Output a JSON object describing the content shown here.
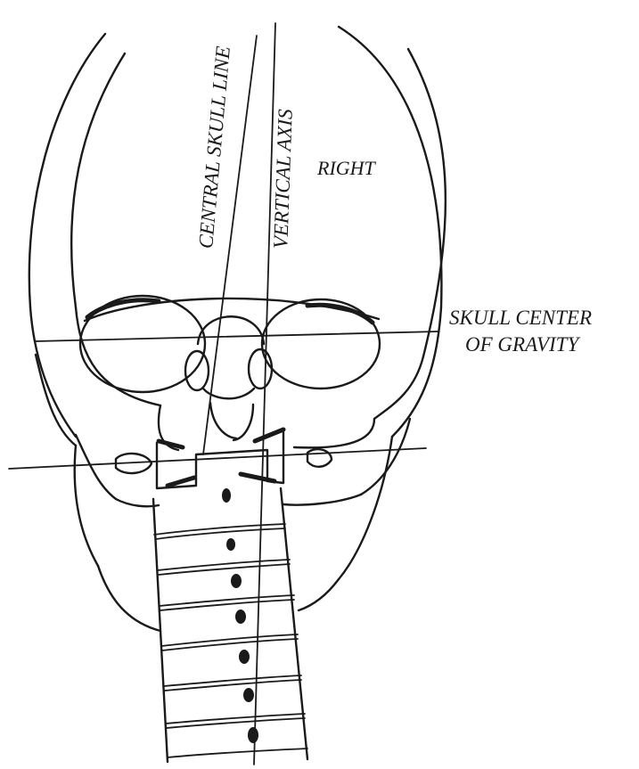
{
  "labels": {
    "central_skull_line": "CENTRAL SKULL LINE",
    "vertical_axis": "VERTICAL AXIS",
    "right": "RIGHT",
    "skull_center_line1": "SKULL CENTER",
    "skull_center_line2": "OF GRAVITY"
  },
  "colors": {
    "ink": "#1a1a1a",
    "background": "#ffffff"
  }
}
